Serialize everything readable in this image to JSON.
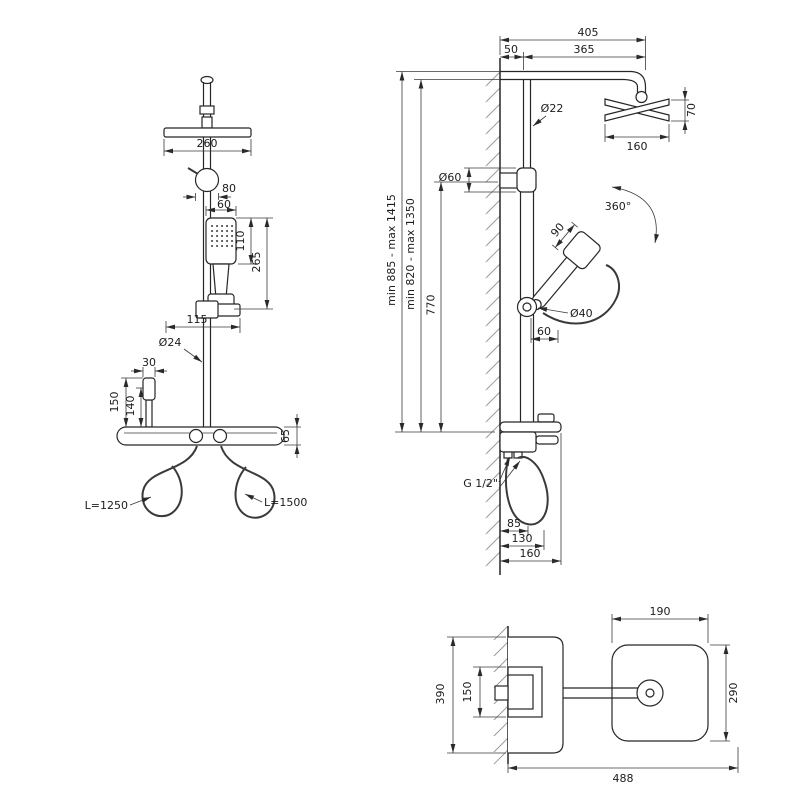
{
  "drawing": {
    "front": {
      "head_width": "260",
      "diverter_dia": "80",
      "hand_width": "60",
      "hand_head_height": "110",
      "hand_total_height": "265",
      "bracket_width": "115",
      "pipe_dia": "Ø24",
      "handle_width": "30",
      "handle_top_height": "150",
      "handle_bottom_height": "140",
      "shelf_thickness": "65",
      "hose_left_length": "L=1250",
      "hose_right_length": "L=1500"
    },
    "side": {
      "top_total": "405",
      "wall_offset": "50",
      "arm_reach": "365",
      "pipe_dia": "Ø22",
      "head_thickness": "70",
      "head_width": "160",
      "bracket_dia": "Ø60",
      "swivel_angle": "360°",
      "hand_head_width": "90",
      "column_height_range": "min 885 - max 1415",
      "riser_height_range": "min 820 - max 1350",
      "bracket_height": "770",
      "holder_dia": "Ø40",
      "holder_offset": "60",
      "thread_size": "G 1/2\"",
      "hose_offset_1": "85",
      "hose_offset_2": "130",
      "shelf_depth": "160"
    },
    "top": {
      "head_width": "190",
      "shelf_width": "390",
      "mixer_width": "150",
      "head_depth": "290",
      "total_width": "488"
    }
  }
}
